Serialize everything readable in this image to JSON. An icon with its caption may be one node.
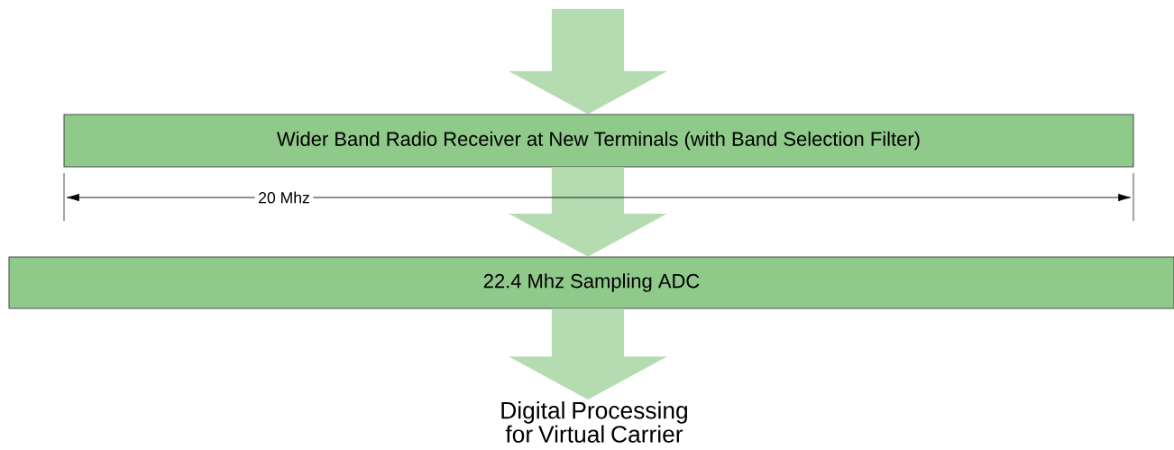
{
  "diagram": {
    "nodes": [
      {
        "text": [
          "Wider Band Radio Receiver at New Terminals (with Band Selection Filter)"
        ]
      },
      {
        "text": [
          "22.4 Mhz Sampling ADC"
        ]
      },
      {
        "text": [
          "Digital Processing for Virtual Carrier"
        ]
      }
    ],
    "edges": [
      {
        "from": null,
        "to": 0,
        "arrow": "to"
      },
      {
        "from": 0,
        "to": 1,
        "arrow": "to"
      },
      {
        "from": 1,
        "to": 2,
        "arrow": "to"
      }
    ],
    "labels": [
      "20 Mhz"
    ]
  }
}
